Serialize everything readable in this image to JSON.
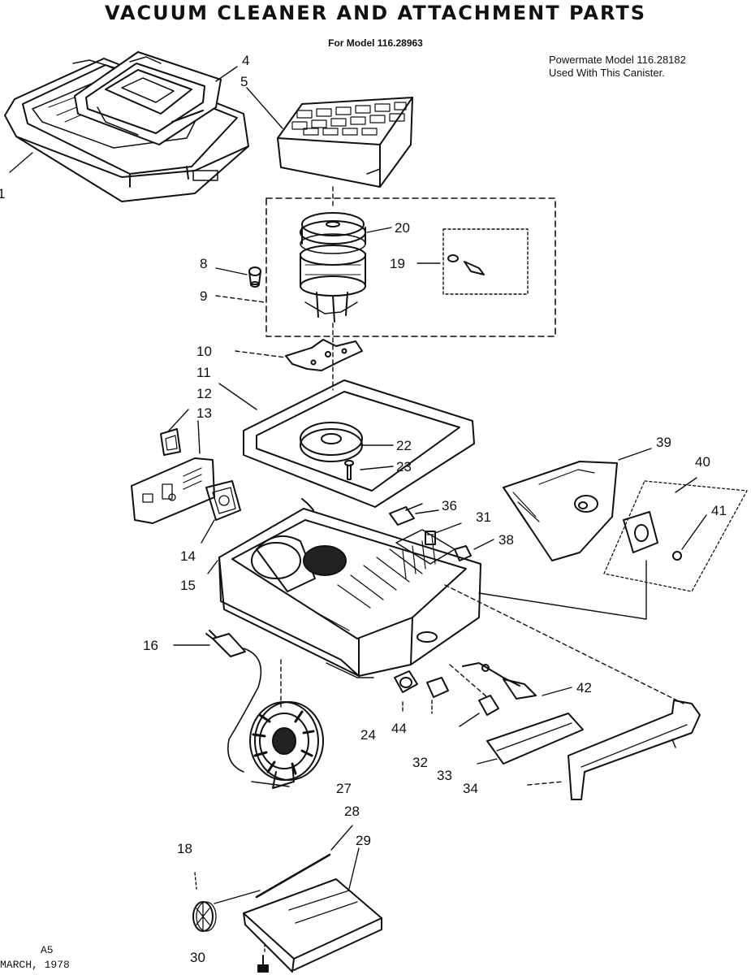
{
  "title": "VACUUM CLEANER AND ATTACHMENT PARTS",
  "subtitle": "For Model 116.28963",
  "note": {
    "line1": "Powermate Model 116.28182",
    "line2": "Used With This Canister."
  },
  "footer": {
    "code": "A5",
    "date": "MARCH, 1978"
  },
  "labels": {
    "p1": "1",
    "p4": "4",
    "p5": "5",
    "p8": "8",
    "p9": "9",
    "p10": "10",
    "p11": "11",
    "p12": "12",
    "p13": "13",
    "p14": "14",
    "p15": "15",
    "p16": "16",
    "p18": "18",
    "p19": "19",
    "p20": "20",
    "p22": "22",
    "p23": "23",
    "p24": "24",
    "p27": "27",
    "p28": "28",
    "p29": "29",
    "p30": "30",
    "p31": "31",
    "p32": "32",
    "p33": "33",
    "p34": "34",
    "p36": "36",
    "p38": "38",
    "p39": "39",
    "p40": "40",
    "p41": "41",
    "p42": "42",
    "p44": "44"
  }
}
